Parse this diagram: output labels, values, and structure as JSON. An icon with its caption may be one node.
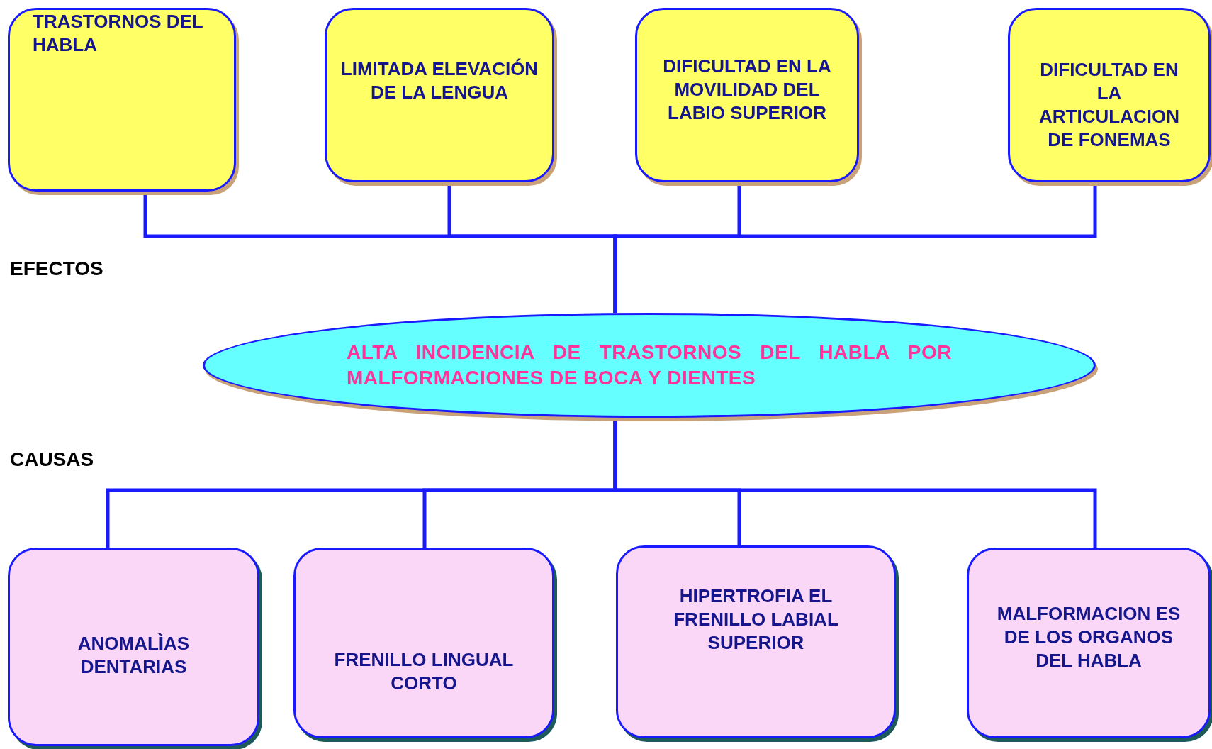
{
  "diagram": {
    "nodes": [
      {
        "text": [
          "TRASTORNOS DEL HABLA"
        ]
      },
      {
        "text": [
          "LIMITADA ELEVACIÓN DE LA LENGUA"
        ]
      },
      {
        "text": [
          "DIFICULTAD EN LA MOVILIDAD DEL LABIO SUPERIOR"
        ]
      },
      {
        "text": [
          "DIFICULTAD EN LA ARTICULACION DE FONEMAS"
        ]
      },
      {
        "text": [
          "ALTA INCIDENCIA DE TRASTORNOS DEL HABLA POR MALFORMACIONES DE BOCA Y DIENTES"
        ]
      },
      {
        "text": [
          "ANOMALÌAS DENTARIAS"
        ]
      },
      {
        "text": [
          "FRENILLO LINGUAL CORTO"
        ]
      },
      {
        "text": [
          "HIPERTROFIA EL FRENILLO LABIAL SUPERIOR"
        ]
      },
      {
        "text": [
          "MALFORMACION ES DE LOS ORGANOS DEL HABLA"
        ]
      }
    ],
    "edges": [
      {
        "from": 0,
        "to": 4,
        "arrow": "none"
      },
      {
        "from": 1,
        "to": 4,
        "arrow": "none"
      },
      {
        "from": 2,
        "to": 4,
        "arrow": "none"
      },
      {
        "from": 3,
        "to": 4,
        "arrow": "none"
      },
      {
        "from": 4,
        "to": 5,
        "arrow": "none"
      },
      {
        "from": 4,
        "to": 6,
        "arrow": "none"
      },
      {
        "from": 4,
        "to": 7,
        "arrow": "none"
      },
      {
        "from": 4,
        "to": 8,
        "arrow": "none"
      }
    ],
    "labels": [
      "EFECTOS",
      "CAUSAS"
    ]
  }
}
